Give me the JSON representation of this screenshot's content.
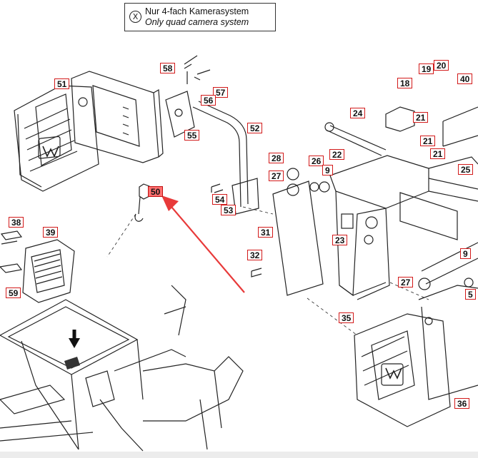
{
  "legend": {
    "symbol": "X",
    "line1": "Nur 4-fach Kamerasystem",
    "line2": "Only quad camera system"
  },
  "callouts": [
    "51",
    "58",
    "57",
    "56",
    "55",
    "52",
    "50",
    "54",
    "53",
    "38",
    "39",
    "59",
    "24",
    "18",
    "19",
    "20",
    "40",
    "21",
    "21",
    "21",
    "28",
    "26",
    "9",
    "22",
    "27",
    "25",
    "31",
    "23",
    "32",
    "9",
    "27",
    "5",
    "35",
    "36"
  ],
  "highlighted_callout": "50",
  "colors": {
    "callout_border": "#d21a1a",
    "callout_highlight": "#ff6f6f",
    "arrow": "#e83a3a",
    "line_art": "#222222"
  }
}
